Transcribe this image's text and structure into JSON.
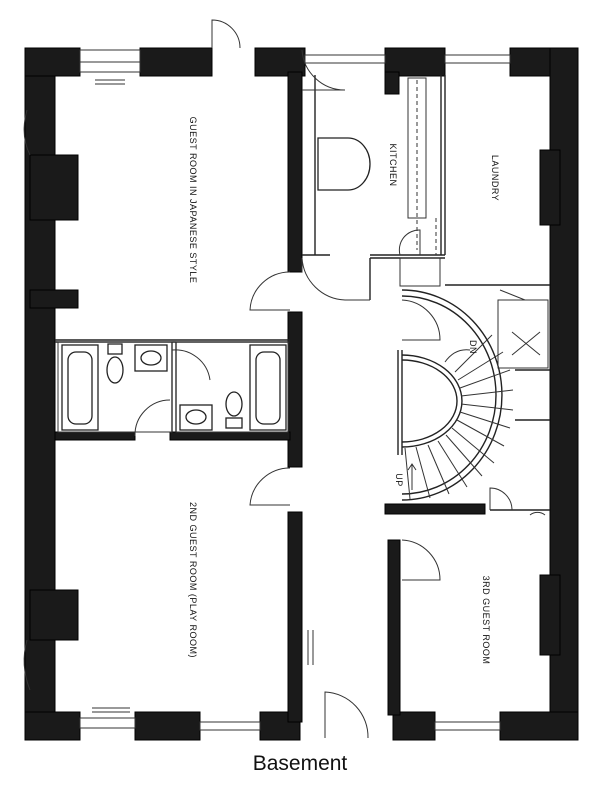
{
  "rooms": {
    "guest_room_japanese": "GUEST ROOM IN JAPANESE STYLE",
    "kitchen": "KITCHEN",
    "laundry": "LAUNDRY",
    "second_guest_room": "2ND GUEST ROOM (PLAY ROOM)",
    "third_guest_room": "3RD GUEST ROOM"
  },
  "stairs": {
    "down_label": "DN",
    "up_label": "UP"
  },
  "caption": "Basement"
}
